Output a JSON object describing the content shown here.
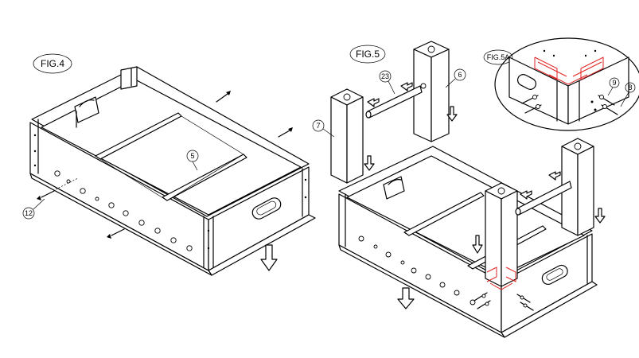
{
  "figures": {
    "fig4": {
      "label": "FIG.4"
    },
    "fig5": {
      "label": "FIG.5"
    },
    "fig5a": {
      "label": "FIG.5A"
    }
  },
  "callouts": {
    "c12": "12",
    "c5": "5",
    "c23": "23",
    "c6": "6",
    "c7": "7",
    "c9": "9",
    "c8": "8"
  },
  "colors": {
    "line": "#000000",
    "highlight": "#e02020",
    "background": "#ffffff"
  }
}
